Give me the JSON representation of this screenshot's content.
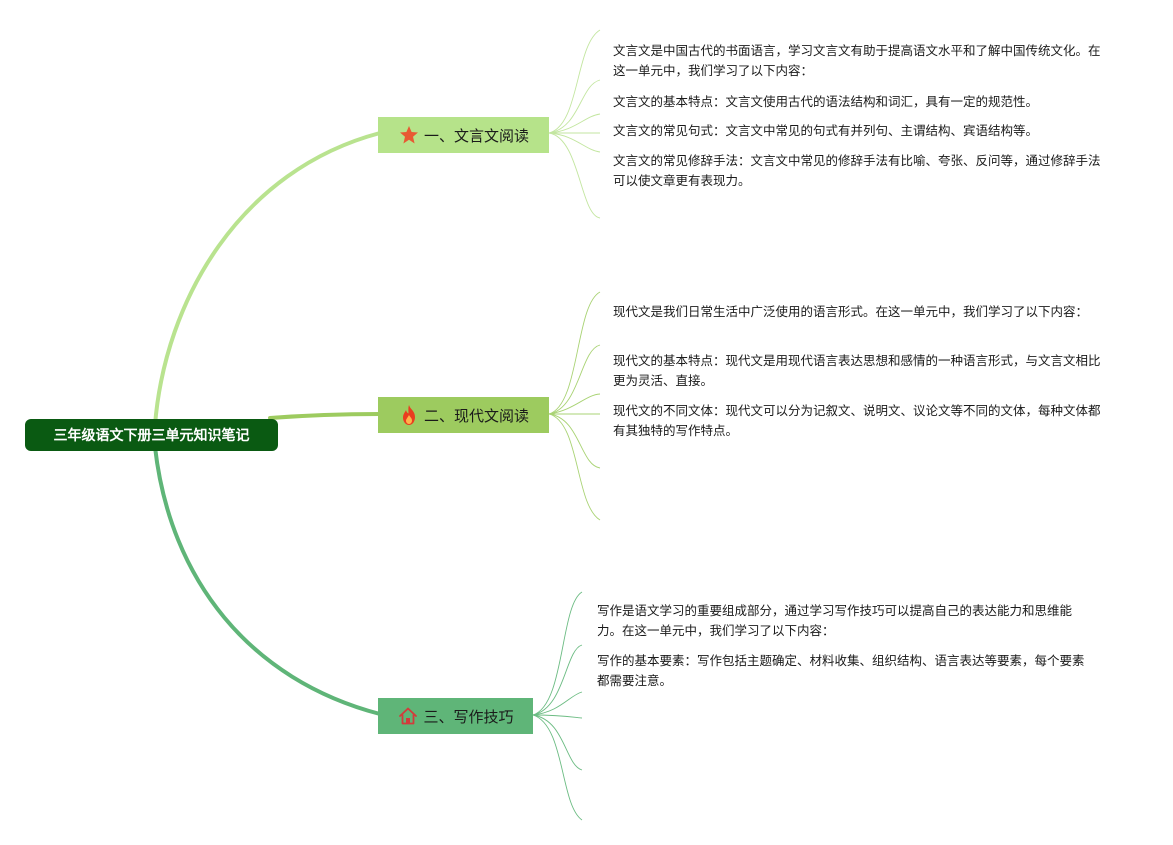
{
  "root": {
    "label": "三年级语文下册三单元知识笔记"
  },
  "colors": {
    "root_bg": "#0a5a12",
    "branch1": "#b6e38a",
    "branch2": "#9dcb5f",
    "branch3": "#5fb578",
    "line1": "#b9e38f",
    "line2": "#9dcb5f",
    "line3": "#5fb578"
  },
  "branches": [
    {
      "label": "一、文言文阅读",
      "icon": "star-icon",
      "notes": [
        "文言文是中国古代的书面语言，学习文言文有助于提高语文水平和了解中国传统文化。在这一单元中，我们学习了以下内容：",
        "文言文的基本特点：文言文使用古代的语法结构和词汇，具有一定的规范性。",
        "文言文的常见句式：文言文中常见的句式有并列句、主谓结构、宾语结构等。",
        "文言文的常见修辞手法：文言文中常见的修辞手法有比喻、夸张、反问等，通过修辞手法可以使文章更有表现力。"
      ]
    },
    {
      "label": "二、现代文阅读",
      "icon": "fire-icon",
      "notes": [
        "现代文是我们日常生活中广泛使用的语言形式。在这一单元中，我们学习了以下内容：",
        "现代文的基本特点：现代文是用现代语言表达思想和感情的一种语言形式，与文言文相比更为灵活、直接。",
        "现代文的不同文体：现代文可以分为记叙文、说明文、议论文等不同的文体，每种文体都有其独特的写作特点。"
      ]
    },
    {
      "label": "三、写作技巧",
      "icon": "home-icon",
      "notes": [
        "写作是语文学习的重要组成部分，通过学习写作技巧可以提高自己的表达能力和思维能力。在这一单元中，我们学习了以下内容：",
        "写作的基本要素：写作包括主题确定、材料收集、组织结构、语言表达等要素，每个要素都需要注意。"
      ]
    }
  ]
}
